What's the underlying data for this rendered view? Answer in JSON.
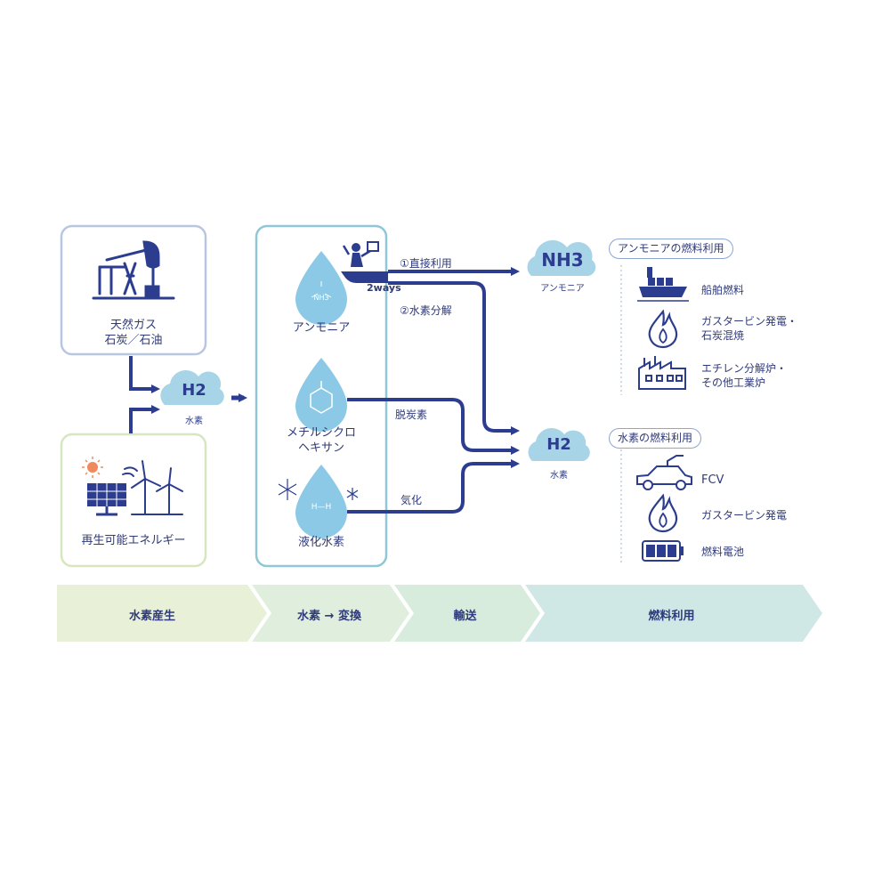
{
  "sources": {
    "fossil_label_1": "天然ガス",
    "fossil_label_2": "石炭／石油",
    "renewable_label": "再生可能エネルギー"
  },
  "hydrogen_cloud": {
    "formula": "H2",
    "caption": "水素"
  },
  "carriers": {
    "ammonia_label": "アンモニア",
    "ammonia_molecule": "NH3",
    "mch_label_1": "メチルシクロ",
    "mch_label_2": "ヘキサン",
    "liquid_label": "液化水素",
    "liquid_molecule": "H—H",
    "two_ways": "2ways"
  },
  "routes": {
    "direct_use": "①直接利用",
    "decompose": "②水素分解",
    "dehydrogenation": "脱炭素",
    "vaporize": "気化"
  },
  "nh3_cloud": {
    "formula": "NH3",
    "caption": "アンモニア"
  },
  "h2_cloud_right": {
    "formula": "H2",
    "caption": "水素"
  },
  "ammonia_use": {
    "title": "アンモニアの燃料利用",
    "items": [
      {
        "label": "船舶燃料",
        "icon": "ship-icon"
      },
      {
        "label": "ガスタービン発電・\n石炭混焼",
        "icon": "flame-icon"
      },
      {
        "label": "エチレン分解炉・\nその他工業炉",
        "icon": "factory-icon"
      }
    ]
  },
  "hydrogen_use": {
    "title": "水素の燃料利用",
    "items": [
      {
        "label": "FCV",
        "icon": "car-icon"
      },
      {
        "label": "ガスタービン発電",
        "icon": "flame-icon"
      },
      {
        "label": "燃料電池",
        "icon": "battery-icon"
      }
    ]
  },
  "stages": [
    "水素産生",
    "水素 → 変換",
    "輸送",
    "燃料利用"
  ],
  "colors": {
    "navy": "#2f3a7a",
    "arrow": "#2c3d8f",
    "cloud": "#a8d4e8",
    "drop": "#8cc9e6",
    "fossil_border": "#b9c6e2",
    "renew_border": "#d6e6c0",
    "carrier_border": "#8fc6d8",
    "stage1": "#e8f0d8",
    "stage2": "#e0eedd",
    "stage3": "#d8ecde",
    "stage4": "#cfe8e6"
  }
}
